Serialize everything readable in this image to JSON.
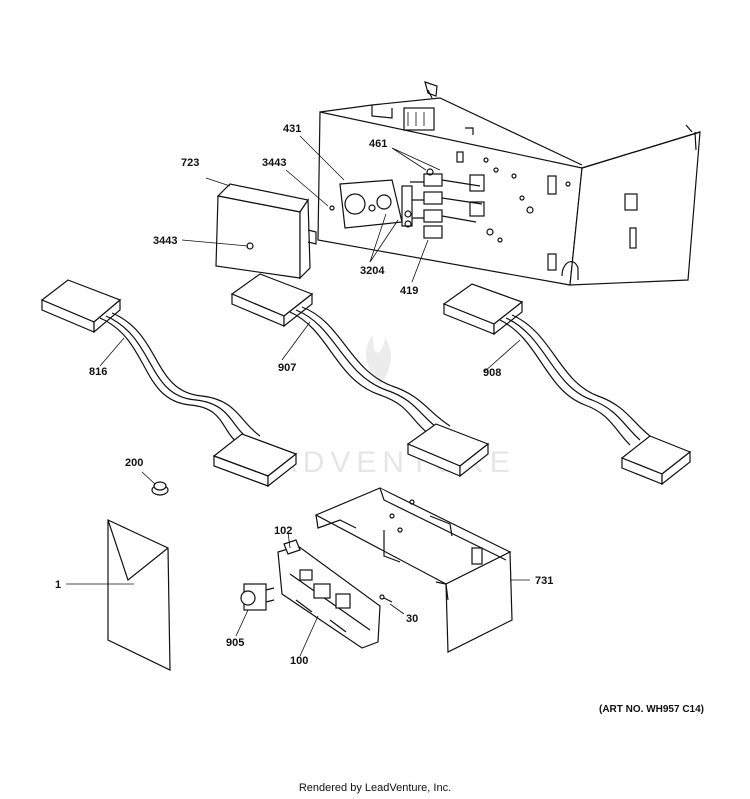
{
  "watermark": "LEADVENTURE",
  "art_number": "(ART NO. WH957 C14)",
  "footer": "Rendered by LeadVenture, Inc.",
  "callouts": {
    "c431": "431",
    "c461": "461",
    "c723": "723",
    "c3443a": "3443",
    "c3443b": "3443",
    "c3204": "3204",
    "c419": "419",
    "c816": "816",
    "c907": "907",
    "c908": "908",
    "c200": "200",
    "c1": "1",
    "c102": "102",
    "c731": "731",
    "c30": "30",
    "c905": "905",
    "c100": "100"
  }
}
